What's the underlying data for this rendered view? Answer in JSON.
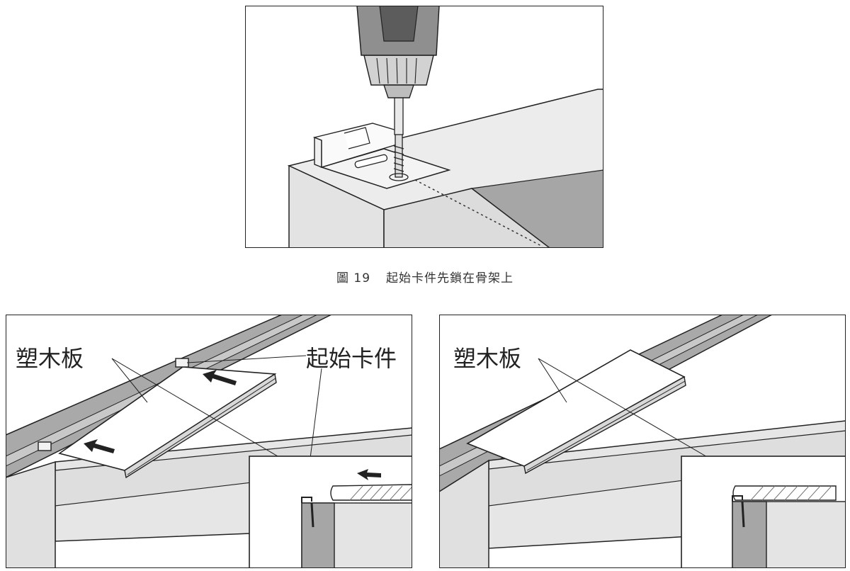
{
  "caption": {
    "figure": "圖 19",
    "text": "起始卡件先鎖在骨架上"
  },
  "labels": {
    "board_left": "塑木板",
    "start_clip": "起始卡件",
    "board_right": "塑木板"
  },
  "colors": {
    "outline": "#222222",
    "joist_fill": "#e6e6e6",
    "joist_dark": "#a8a8a8",
    "board_fill": "#ffffff"
  }
}
